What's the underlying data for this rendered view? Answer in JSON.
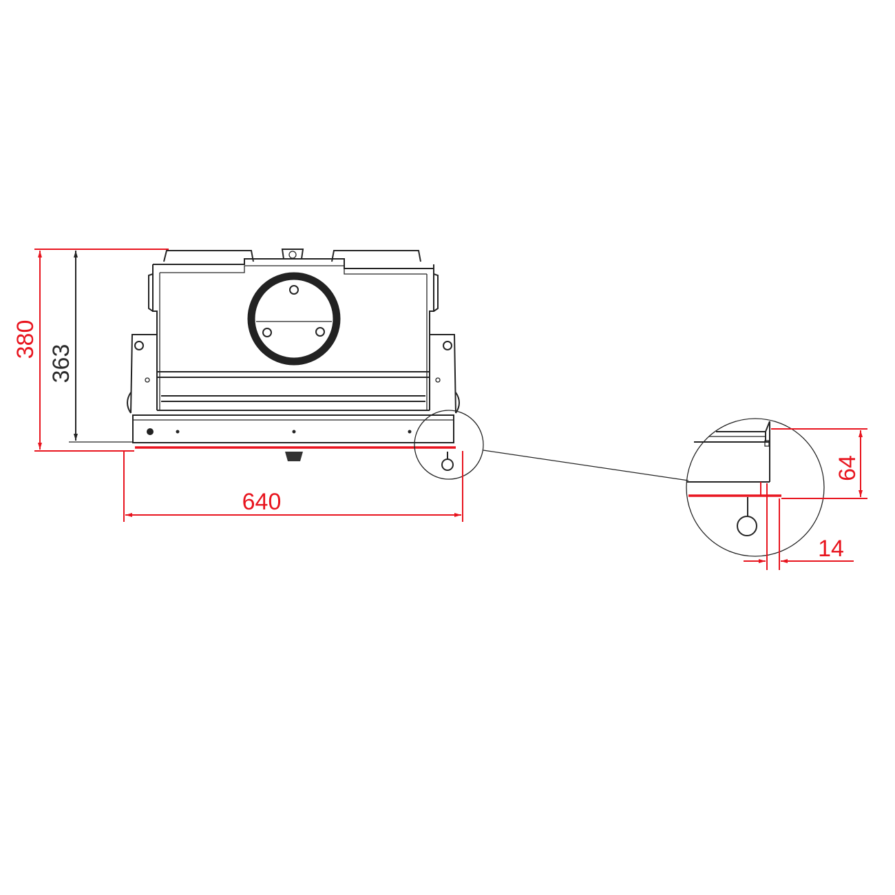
{
  "dimensions": {
    "overall_height": "380",
    "body_height": "363",
    "width": "640",
    "detail_height": "64",
    "detail_offset": "14"
  },
  "colors": {
    "dimension_red": "#e8141e",
    "outline": "#222222",
    "background": "#ffffff"
  }
}
